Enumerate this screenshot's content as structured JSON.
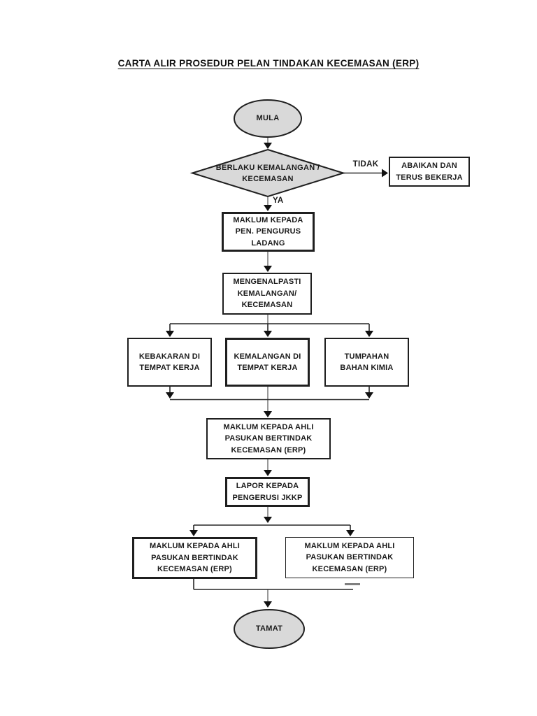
{
  "page": {
    "title": "CARTA ALIR PROSEDUR PELAN TINDAKAN KECEMASAN (ERP)"
  },
  "flow": {
    "start": "MULA",
    "decision": "BERLAKU KEMALANGAN /\nKECEMASAN",
    "no_label": "TIDAK",
    "yes_label": "YA",
    "ignore": "ABAIKAN DAN\nTERUS BEKERJA",
    "inform_manager": "MAKLUM KEPADA\nPEN. PENGURUS\nLADANG",
    "identify": "MENGENALPASTI\nKEMALANGAN/\nKECEMASAN",
    "fire": "KEBAKARAN DI\nTEMPAT KERJA",
    "accident": "KEMALANGAN DI\nTEMPAT KERJA",
    "spill": "TUMPAHAN\nBAHAN KIMIA",
    "inform_erp": "MAKLUM KEPADA AHLI\nPASUKAN BERTINDAK\nKECEMASAN (ERP)",
    "report_jkkp": "LAPOR KEPADA\nPENGERUSI JKKP",
    "inform_erp_left": "MAKLUM KEPADA AHLI\nPASUKAN BERTINDAK\nKECEMASAN (ERP)",
    "inform_erp_right": "MAKLUM KEPADA AHLI\nPASUKAN BERTINDAK\nKECEMASAN (ERP)",
    "end": "TAMAT"
  },
  "colors": {
    "shape_fill": "#d9d9d9",
    "shape_border": "#1f1f1f",
    "spine_line": "#7f7f7f",
    "branch_line": "#262626",
    "arrowhead": "#111111",
    "text": "#1a1a1a"
  }
}
